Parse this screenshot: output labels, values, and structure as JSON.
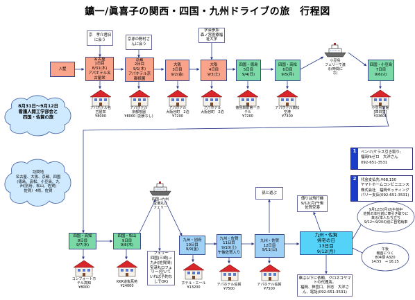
{
  "title": "鑛一/眞喜子の関西・四国・九州ドライブの旅　行程図",
  "cloud_top": {
    "lines": [
      "8月31日～9月12日",
      "看護人開工学部会と",
      "四国・佐賀の旅"
    ]
  },
  "cloud_bottom": {
    "lines": [
      "訪問地",
      "名古屋、大阪、京都、四国",
      "(徳島、高松、小豆島、九",
      "州(別府、松山、佐賀)",
      "佐賀）4県、佐賀"
    ]
  },
  "start": {
    "label": "入墅"
  },
  "stops_top": [
    {
      "lines": [
        "名古屋",
        "1日目",
        "8/31(木)",
        "アパホテル名",
        "古屋栄"
      ]
    },
    {
      "lines": [
        "京都",
        "2日目",
        "9/1(木)",
        "アパホテル京",
        "都祇園"
      ]
    },
    {
      "lines": [
        "大阪",
        "3日目",
        "9/2(金)"
      ]
    },
    {
      "lines": [
        "大阪",
        "4日目",
        "9/3(土)"
      ]
    },
    {
      "lines": [
        "四国・徳島",
        "5日目",
        "9/4(日)"
      ]
    },
    {
      "lines": [
        "四国・高松",
        "6日目",
        "9/5(月)"
      ]
    },
    {
      "lines": [
        "四国・小豆島",
        "7日目",
        "9/6(火)"
      ]
    }
  ],
  "notes_top": [
    {
      "lines": [
        "京　孝介君旧",
        "に会う"
      ]
    },
    {
      "lines": [
        "京孫の野村さ",
        "んに会う"
      ]
    },
    {
      "lines": [
        "学会参加",
        "森ノ宮医療福",
        "祉大学"
      ]
    }
  ],
  "hotels_top": [
    {
      "lines": [
        "アパホテル名",
        "古屋栄",
        "¥8000"
      ]
    },
    {
      "lines": [
        "アパホテル",
        "京都祇園",
        "¥8000 (割食なし)"
      ]
    },
    {
      "lines": [
        "アパホテル",
        "大阪谷町　2泊",
        "¥7200"
      ]
    },
    {
      "lines": [
        "アパホテル",
        "大阪谷町　2泊"
      ]
    },
    {
      "lines": [
        "徳島駅前第一ホ",
        "テル",
        "¥7200"
      ]
    },
    {
      "lines": [
        "アパホテル高松",
        "空港",
        "¥7300"
      ]
    },
    {
      "lines": [
        "小豆島旅館",
        "[四日堂]",
        "¥33600"
      ]
    }
  ],
  "ferry_top": {
    "lines": [
      "小豆島",
      "フェリーで渡",
      "る(時間に",
      "ホ)"
    ]
  },
  "stops_bottom": [
    {
      "lines": [
        "四国・高知",
        "8日目",
        "9/7(水)"
      ]
    },
    {
      "lines": [
        "四国・松山",
        "9日目",
        "9/8(木)"
      ]
    },
    {
      "lines": [
        "九州・別府",
        "10日目",
        "9/9(金)"
      ]
    },
    {
      "lines": [
        "九州・佐賀",
        "11日目",
        "9/10(土)",
        "午後佐賀入り"
      ]
    },
    {
      "lines": [
        "九州・佐賀",
        "12日目",
        "9/11(日)"
      ]
    }
  ],
  "ferry_bottom": {
    "lines": [
      "四国→九州",
      "宝港丸ロ",
      "フェリー"
    ]
  },
  "ferry_note": {
    "lines": [
      "フェリー",
      "四国(三崎)→",
      "九州(佐賀関)",
      "宝港丸ロフェ",
      "リー(空いて",
      "いれば予約な",
      "しでOK)"
    ]
  },
  "hotels_bottom": [
    {
      "lines": [
        "コンフォートホ",
        "テル高知",
        "¥8000"
      ]
    },
    {
      "lines": [
        "KKR道後菖苑",
        "¥24000"
      ]
    },
    {
      "lines": [
        "ホテル・エール",
        "¥13200"
      ]
    },
    {
      "lines": [
        "アパホテル佐賀",
        "¥7500"
      ]
    },
    {
      "lines": [
        "アパホテル佐賀",
        "¥7500"
      ]
    }
  ],
  "saga_event": {
    "lines": [
      "孫と遊ぶ"
    ]
  },
  "saga_event2": {
    "lines": [
      "傳りは飛行機",
      "9/12(月)午後",
      "佐賀空港"
    ]
  },
  "final": {
    "lines": [
      "九州・佐賀",
      "帰宅の日",
      "13日目",
      "9/12(月)"
    ]
  },
  "note_car": {
    "lines": [
      "車は以下に依頼、クロネコヤマ",
      "トの代理店。",
      "福岡、神宮口、旧志　大洋さ",
      "ん、電話(092-651-3531)"
    ]
  },
  "note_return": {
    "lines": [
      "9月12日(月)の午前中",
      "佐賀の本社前に車引き取りに",
      "来る(本人たち立ち",
      "9/12～9/20の別に自宅納車"
    ]
  },
  "flight": {
    "lines": [
      "午後",
      "機首につく",
      "804便 A320",
      "14:55　→ 16:25"
    ]
  },
  "legend": [
    {
      "num": "1",
      "lines": [
        "ベンツ(ケラス引き取り;",
        "福岡fkゼロ　大洋さん",
        "092-651-3531"
      ]
    },
    {
      "num": "2",
      "lines": [
        "代金支払先;¥68,150",
        "ヤマトホームコンビニエンス",
        "株式会社　福岡セッティング",
        "パリー支店(092-651-3531)"
      ]
    }
  ]
}
